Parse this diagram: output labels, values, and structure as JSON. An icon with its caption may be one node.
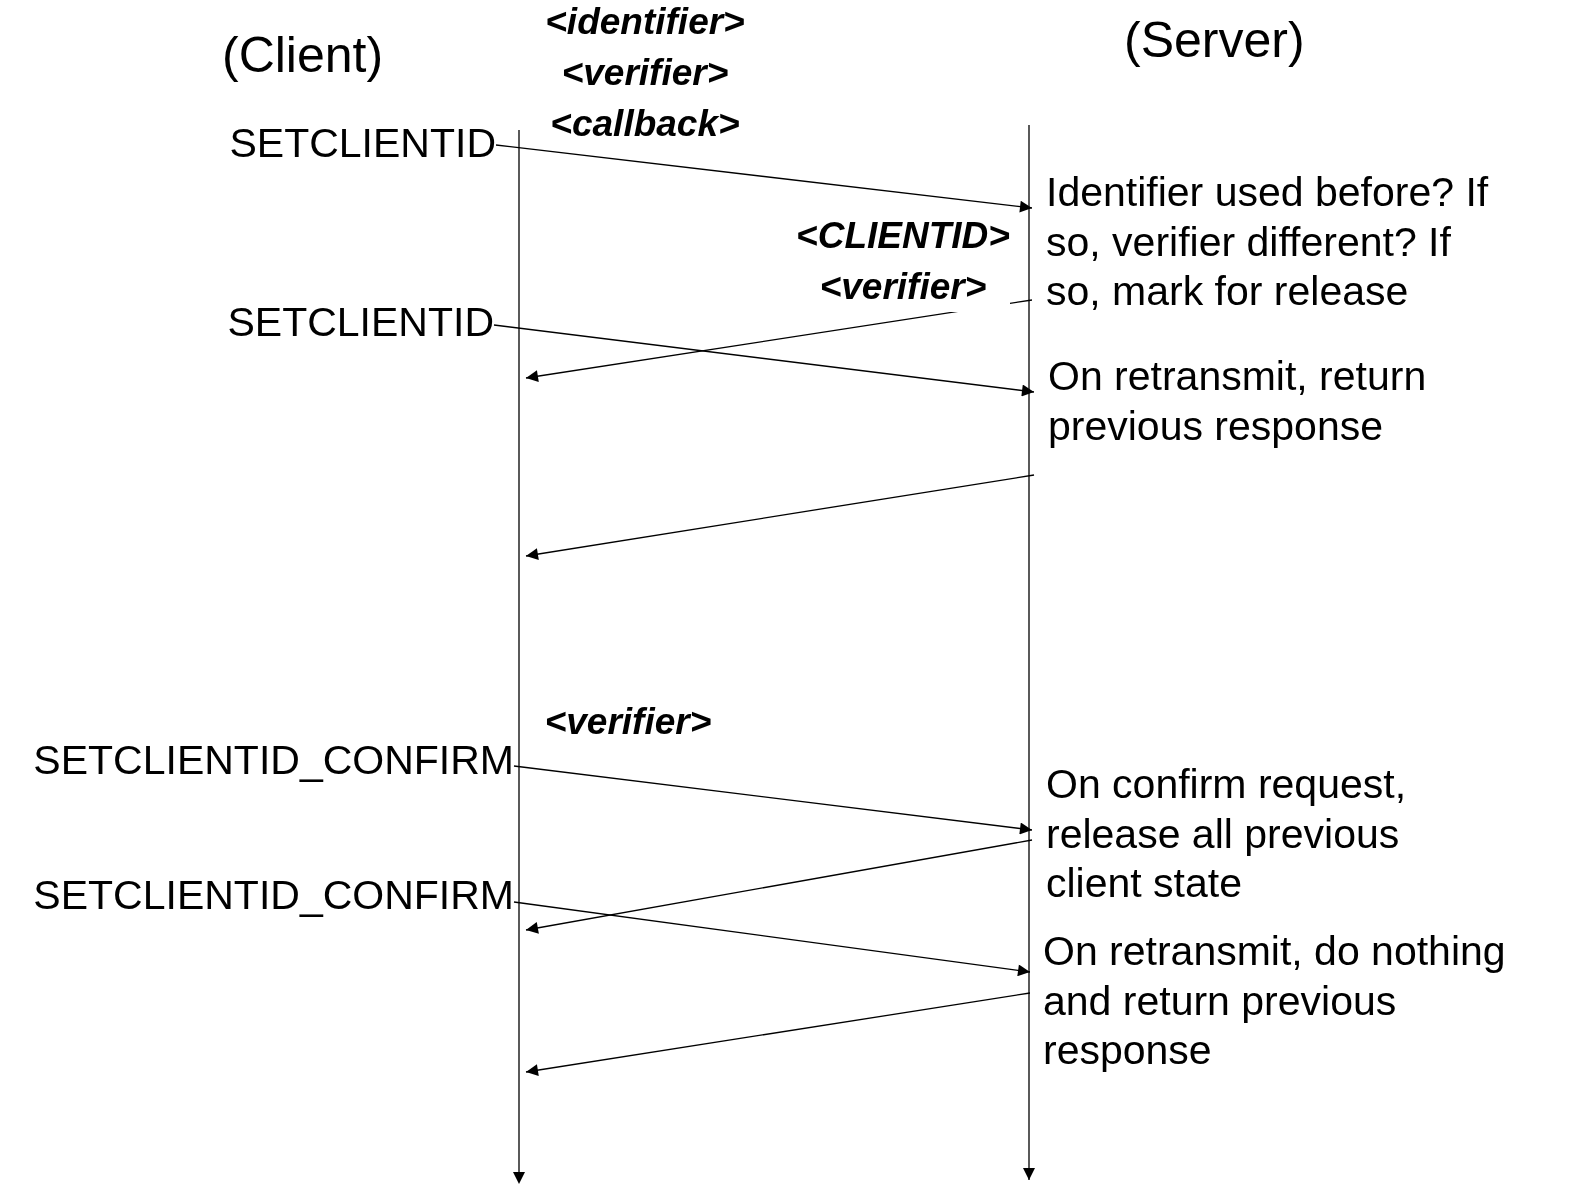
{
  "diagram": {
    "nodes": [
      {
        "text": [
          "SETCLIENTID"
        ]
      },
      {
        "text": [
          "Identifier used before? If so, verifier different? If so, mark for release"
        ]
      },
      {
        "text": [
          "SETCLIENTID"
        ]
      },
      {
        "text": [
          "On retransmit, return previous response"
        ]
      },
      {
        "text": [
          "SETCLIENTID_CONFIRM"
        ]
      },
      {
        "text": [
          "On confirm request, release all previous client state"
        ]
      },
      {
        "text": [
          "SETCLIENTID_CONFIRM"
        ]
      },
      {
        "text": [
          "On retransmit, do nothing and return previous response"
        ]
      },
      {
        "text": [],
        "shape": "bar"
      }
    ],
    "edges": [
      {
        "from": 0,
        "to": 1,
        "arrow": "to",
        "label": "<identifier> <verifier> <callback>"
      },
      {
        "from": 1,
        "to": 8,
        "arrow": "to",
        "label": "<CLIENTID> <verifier>"
      },
      {
        "from": 2,
        "to": 3,
        "arrow": "to"
      },
      {
        "from": 3,
        "to": 8,
        "arrow": "to"
      },
      {
        "from": 4,
        "to": 5,
        "arrow": "to",
        "label": "<verifier>"
      },
      {
        "from": 5,
        "to": 8,
        "arrow": "to"
      },
      {
        "from": 6,
        "to": 7,
        "arrow": "to"
      },
      {
        "from": 7,
        "to": 8,
        "arrow": "to"
      }
    ],
    "labels": [
      "(Client)",
      "(Server)"
    ]
  }
}
